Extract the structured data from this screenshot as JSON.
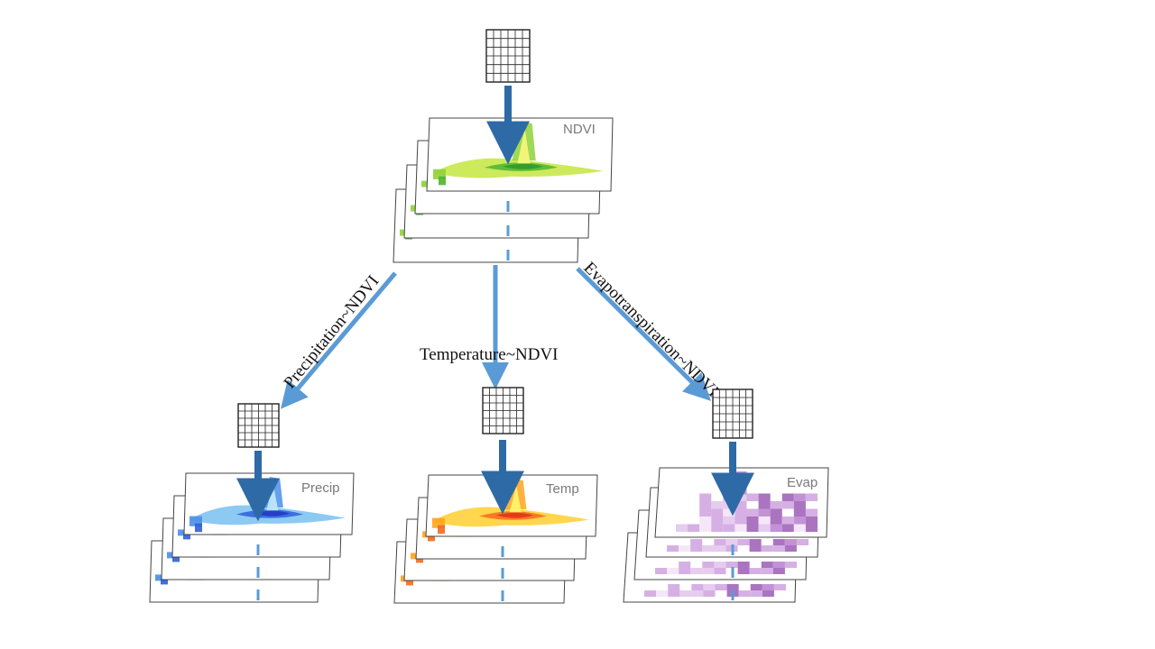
{
  "stacks": {
    "ndvi": {
      "label": "NDVI",
      "palette": [
        "#f4f77a",
        "#c7e84a",
        "#8fd23a",
        "#4eb52f",
        "#2f9a2a"
      ]
    },
    "precip": {
      "label": "Precip",
      "palette": [
        "#bfe6fb",
        "#7fc4f2",
        "#4b8fe6",
        "#2f5fd8",
        "#2438c4"
      ]
    },
    "temp": {
      "label": "Temp",
      "palette": [
        "#fff36a",
        "#ffd23a",
        "#ffa41f",
        "#f36b1c",
        "#e3341b"
      ]
    },
    "evap": {
      "label": "Evap",
      "palette": [
        "#f3e3f6",
        "#e2c3ec",
        "#cfa2df",
        "#b97fcf",
        "#9b5cb5"
      ]
    }
  },
  "relations": {
    "precipitation": "Precipitation~NDVI",
    "temperature": "Temperature~NDVI",
    "evapotranspiration": "Evapotranspiration~NDVI"
  },
  "colors": {
    "arrow": "#5b9bd5",
    "arrow_dark": "#2e6aa6",
    "layer_border": "#444444",
    "grid_border": "#111111"
  }
}
